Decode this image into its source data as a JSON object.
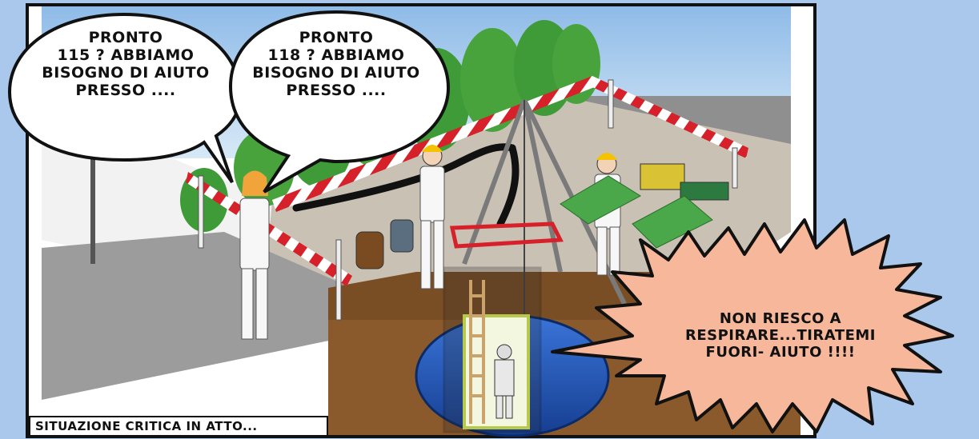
{
  "bubble_left": {
    "text": "PRONTO\n115 ? ABBIAMO\nBISOGNO DI AIUTO\nPRESSO ...."
  },
  "bubble_right": {
    "text": "PRONTO\n118 ? ABBIAMO\nBISOGNO DI AIUTO\nPRESSO ...."
  },
  "bubble_burst": {
    "text": "NON RIESCO A\nRESPIRARE...TIRATEMI\nFUORI- AIUTO !!!!"
  },
  "caption": {
    "text": "SITUAZIONE CRITICA IN ATTO..."
  },
  "colors": {
    "background": "#a9c8ec",
    "sky": "#9fc6ea",
    "tree": "#3f9a38",
    "tank": "#2456b8",
    "burst": "#f6b79a",
    "barrier_red": "#d6202a",
    "soil": "#8a5a2c",
    "road": "#9c9c9c"
  },
  "icons": {
    "bubble_left": "speech-bubble-shape",
    "bubble_right": "speech-bubble-shape",
    "burst": "shout-burst-shape"
  }
}
